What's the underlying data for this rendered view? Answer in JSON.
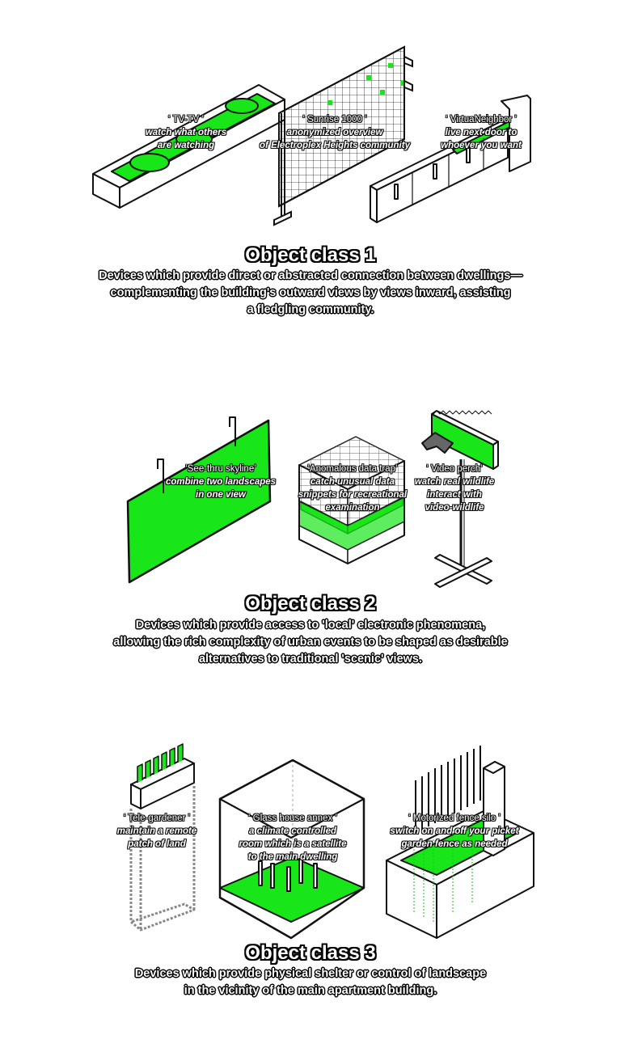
{
  "classes": [
    {
      "title": "Object class 1",
      "description": "Devices which provide direct or abstracted connection between dwellings—\ncomplementing the building's outward views by views inward, assisting\na fledgling community.",
      "objects": [
        {
          "name": "‘ TV-TV ’",
          "desc": "watch what others\nare watching"
        },
        {
          "name": "‘ Sunrise 1000 ’",
          "desc": "anonymized overview\nof Electroplex Heights community"
        },
        {
          "name": "‘ VirtuaNeighbor ’",
          "desc": "live next door to\nwhoever you want"
        }
      ]
    },
    {
      "title": "Object class 2",
      "description": "Devices which provide access to 'local' electronic phenomena,\nallowing the rich complexity of urban events to be shaped as desirable\nalternatives to traditional 'scenic' views.",
      "objects": [
        {
          "name": "‘See-thru skyline’",
          "desc": "combine two landscapes\nin one view"
        },
        {
          "name": "‘Anomalous data trap’",
          "desc": "catch unusual data\nsnippets for recreational\nexamination"
        },
        {
          "name": "‘ Video perch’",
          "desc": "watch real wildlife\ninteract with\nvideo-wildlife"
        }
      ]
    },
    {
      "title": "Object class 3",
      "description": "Devices which provide physical shelter or control of landscape\nin the vicinity of the main apartment building.",
      "objects": [
        {
          "name": "‘ Tele-gardener ’",
          "desc": "maintain a remote\npatch of land"
        },
        {
          "name": "‘ Glass house annex ’",
          "desc": "a climate controlled\nroom which is a satellite\nto the main dwelling"
        },
        {
          "name": "‘ Motorized fence silo ’",
          "desc": "switch on and off your picket\ngarden fence as needed"
        }
      ]
    }
  ],
  "colors": {
    "accent_green": "#19e619",
    "line": "#111111",
    "fill": "#ffffff"
  }
}
